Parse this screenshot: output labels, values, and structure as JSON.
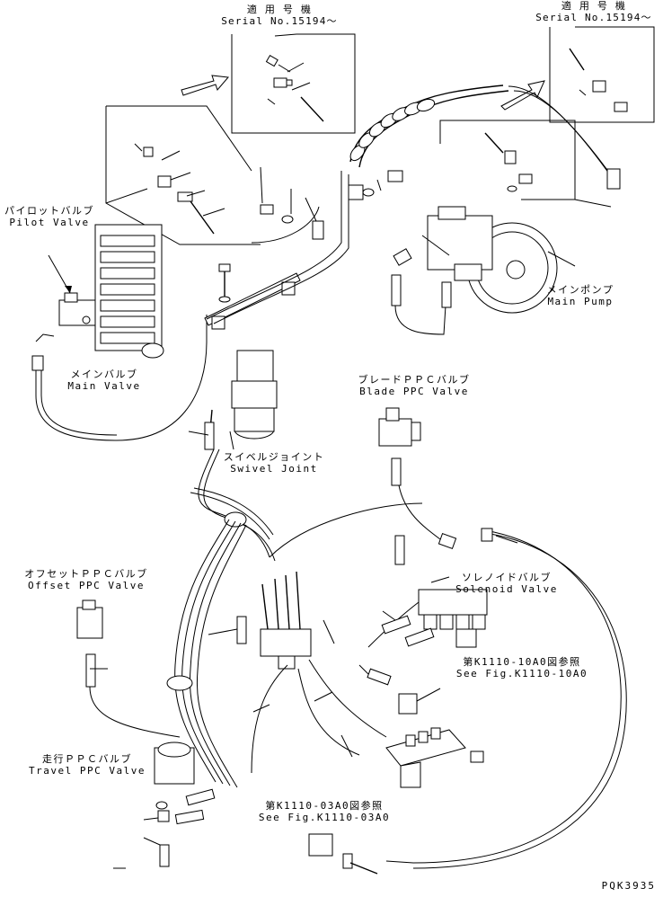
{
  "serial_boxes": [
    {
      "jp": "適 用 号 機",
      "en": "Serial No.15194～"
    },
    {
      "jp": "適 用 号 機",
      "en": "Serial No.15194～"
    }
  ],
  "labels": {
    "pilot_valve": {
      "jp": "パイロットバルブ",
      "en": "Pilot Valve"
    },
    "main_valve": {
      "jp": "メインバルブ",
      "en": "Main Valve"
    },
    "main_pump": {
      "jp": "メインポンプ",
      "en": "Main Pump"
    },
    "blade_ppc_valve": {
      "jp": "ブレードＰＰＣバルブ",
      "en": "Blade PPC Valve"
    },
    "swivel_joint": {
      "jp": "スイベルジョイント",
      "en": "Swivel Joint"
    },
    "offset_ppc_valve": {
      "jp": "オフセットＰＰＣバルブ",
      "en": "Offset PPC Valve"
    },
    "solenoid_valve": {
      "jp": "ソレノイドバルブ",
      "en": "Solenoid Valve"
    },
    "travel_ppc_valve": {
      "jp": "走行ＰＰＣバルブ",
      "en": "Travel PPC Valve"
    },
    "see_fig_10a0": {
      "jp": "第K1110-10A0図参照",
      "en": "See Fig.K1110-10A0"
    },
    "see_fig_03a0": {
      "jp": "第K1110-03A0図参照",
      "en": "See Fig.K1110-03A0"
    }
  },
  "figure_code": "PQK3935"
}
